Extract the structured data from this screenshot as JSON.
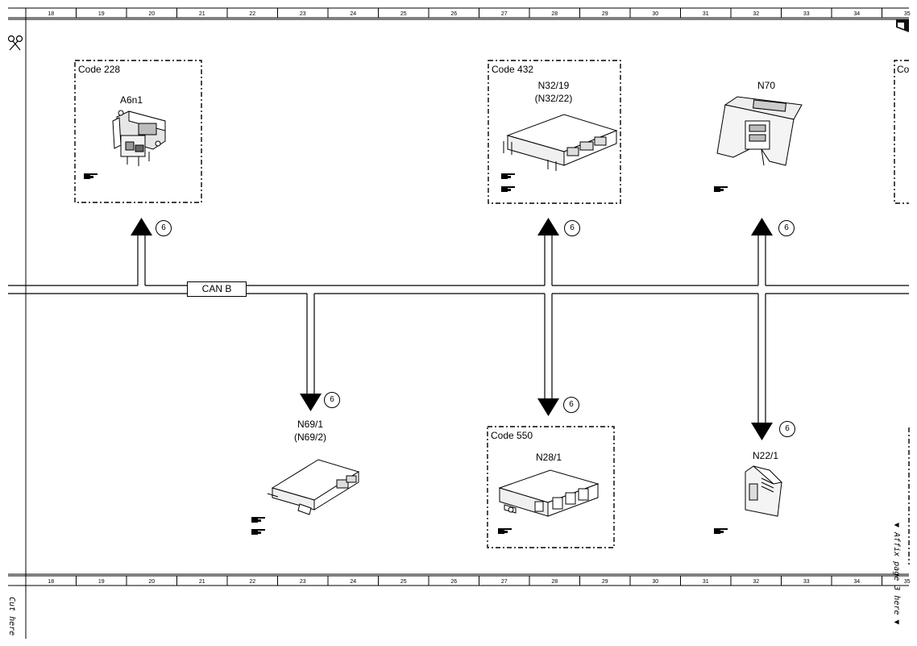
{
  "ruler": {
    "top_numbers": [
      "18",
      "19",
      "20",
      "21",
      "22",
      "23",
      "24",
      "25",
      "26",
      "27",
      "28",
      "29",
      "30",
      "31",
      "32",
      "33",
      "34",
      "35"
    ],
    "bottom_numbers": [
      "18",
      "19",
      "20",
      "21",
      "22",
      "23",
      "24",
      "25",
      "26",
      "27",
      "28",
      "29",
      "30",
      "31",
      "32",
      "33",
      "34",
      "35"
    ]
  },
  "bus": {
    "label": "CAN B"
  },
  "badges": {
    "value": "6"
  },
  "components": {
    "a6n1": {
      "code": "Code 228",
      "label": "A6n1"
    },
    "n32": {
      "code": "Code 432",
      "label": "N32/19",
      "sublabel": "(N32/22)"
    },
    "n70": {
      "label": "N70"
    },
    "right_box": {
      "code": "Co"
    },
    "n69": {
      "label": "N69/1",
      "sublabel": "(N69/2)"
    },
    "n28": {
      "code": "Code 550",
      "label": "N28/1"
    },
    "n22": {
      "label": "N22/1"
    }
  },
  "margins": {
    "cut_here": "Cut here",
    "affix": "▼ Affix page 3 here ▼"
  },
  "icons": [
    "scissors-icon",
    "hand-pointer-icon",
    "corner-tab-icon"
  ]
}
